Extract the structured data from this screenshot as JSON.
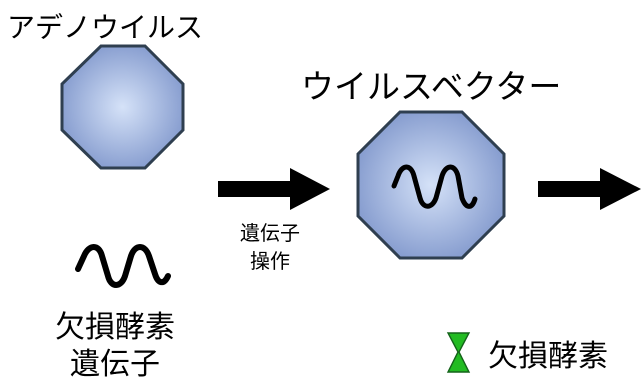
{
  "labels": {
    "adenovirus": "アデノウイルス",
    "virus_vector": "ウイルスベクター",
    "gene_manipulation": "遺伝子\n操作",
    "deficient_enzyme_gene": "欠損酵素\n遺伝子",
    "legend_enzyme": "欠損酵素"
  },
  "colors": {
    "capsid_center": "#d5e2f8",
    "capsid_edge": "#7f96cb",
    "capsid_stroke": "#2f3f50",
    "arrow": "#000000",
    "gene": "#000000",
    "legend_icon": "#22bb22"
  },
  "icons": {
    "capsid": "octagon",
    "gene": "wavy-line",
    "enzyme": "hourglass"
  }
}
